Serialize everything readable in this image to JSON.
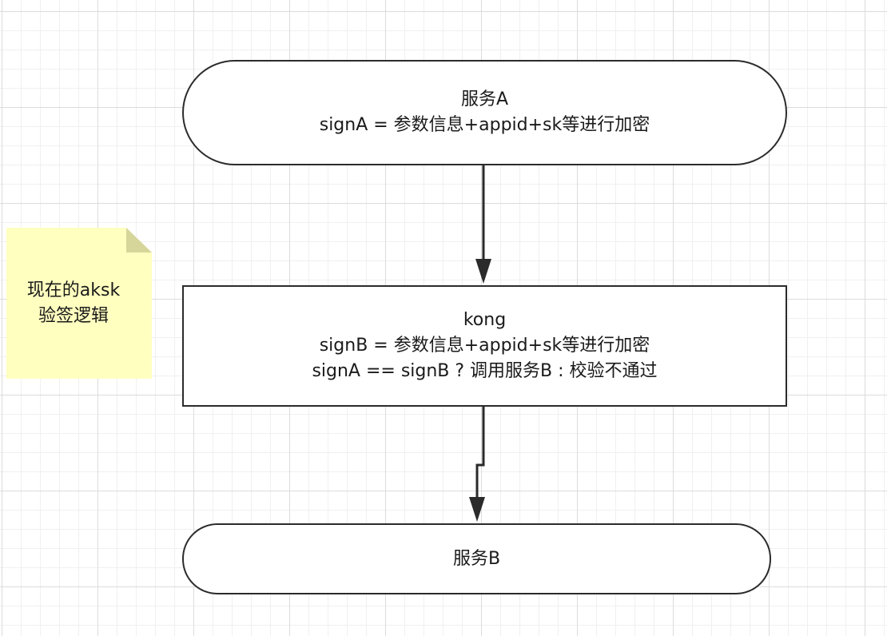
{
  "diagram": {
    "nodes": [
      {
        "id": "service-a",
        "shape": "terminator",
        "lines": [
          "服务A",
          "signA = 参数信息+appid+sk等进行加密"
        ]
      },
      {
        "id": "kong",
        "shape": "process",
        "lines": [
          "kong",
          "signB = 参数信息+appid+sk等进行加密",
          "signA == signB ? 调用服务B : 校验不通过"
        ]
      },
      {
        "id": "service-b",
        "shape": "terminator",
        "lines": [
          "服务B"
        ]
      }
    ],
    "edges": [
      {
        "from": "service-a",
        "to": "kong"
      },
      {
        "from": "kong",
        "to": "service-b"
      }
    ],
    "note": {
      "lines": [
        "现在的aksk",
        "验签逻辑"
      ],
      "fill": "#ffffc0",
      "fold_color": "#d6d69b"
    },
    "colors": {
      "stroke": "#2b2b2b",
      "node_fill": "#ffffff",
      "grid": "#dcdcdc"
    }
  }
}
